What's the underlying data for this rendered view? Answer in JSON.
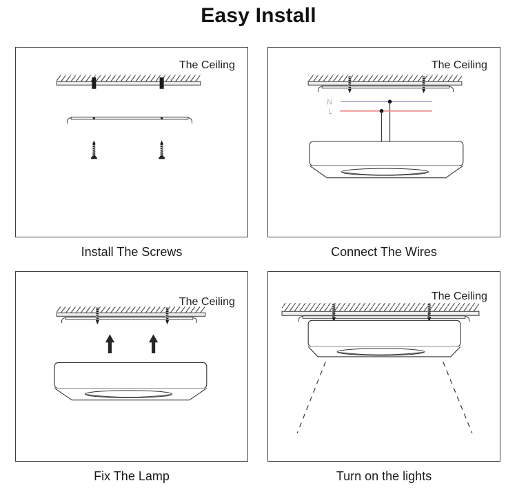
{
  "title": "Easy Install",
  "colors": {
    "diagram_line": "#333333",
    "wire_n": "#9a9ac8",
    "wire_n_label": "#aaaacc",
    "wire_l": "#e87c7c",
    "wire_l_label": "#f09a9a"
  },
  "panels": [
    {
      "ceiling_label": "The Ceiling",
      "caption": "Install The Screws"
    },
    {
      "ceiling_label": "The Ceiling",
      "caption": "Connect The Wires",
      "wire_n": "N",
      "wire_l": "L"
    },
    {
      "ceiling_label": "The Ceiling",
      "caption": "Fix The Lamp"
    },
    {
      "ceiling_label": "The Ceiling",
      "caption": "Turn on the lights"
    }
  ]
}
